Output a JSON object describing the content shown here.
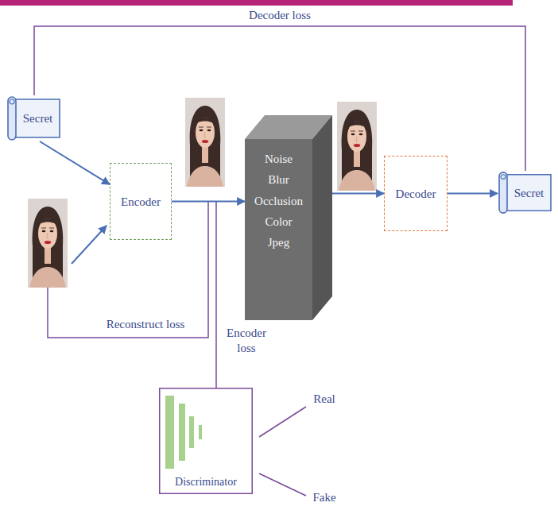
{
  "diagram": {
    "nodes": [
      {
        "text": [
          "Secret"
        ]
      },
      {
        "text": [
          "Encoder"
        ]
      },
      {
        "text": [
          "Noise Blur Occlusion Color Jpeg"
        ]
      },
      {
        "text": [
          "Decoder"
        ]
      },
      {
        "text": [
          "Secret"
        ]
      },
      {
        "text": [
          "Discriminator"
        ]
      }
    ],
    "edges": [
      {
        "from": 0,
        "to": 1,
        "arrow": "to"
      },
      {
        "from": 1,
        "to": 2,
        "arrow": "to"
      },
      {
        "from": 2,
        "to": 3,
        "arrow": "to"
      },
      {
        "from": 3,
        "to": 4,
        "arrow": "to"
      },
      {
        "from": 0,
        "to": 4,
        "arrow": "none",
        "label": "Decoder loss"
      }
    ],
    "labels": [
      "Reconstruct loss",
      "Encoder loss",
      "Real",
      "Fake"
    ]
  }
}
